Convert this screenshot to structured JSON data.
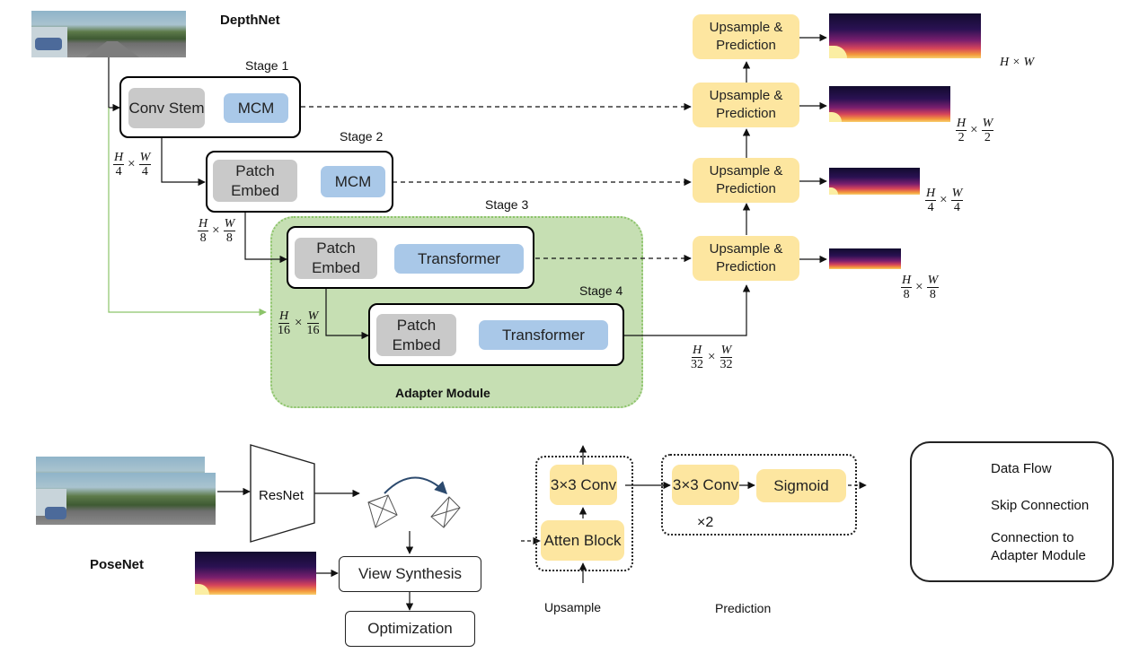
{
  "depthnet": {
    "title": "DepthNet",
    "stages": {
      "s1": "Stage 1",
      "s2": "Stage 2",
      "s3": "Stage 3",
      "s4": "Stage 4"
    },
    "blocks": {
      "conv_stem": "Conv Stem",
      "mcm": "MCM",
      "patch_embed": "Patch Embed",
      "transformer": "Transformer"
    },
    "adapter_label": "Adapter Module",
    "upsample_pred": "Upsample & Prediction",
    "scales": {
      "s4_num_h": "H",
      "s4_den": "4",
      "s4_num_w": "W",
      "s8_num_h": "H",
      "s8_den": "8",
      "s8_num_w": "W",
      "s16_num_h": "H",
      "s16_den": "16",
      "s16_num_w": "W",
      "s32_num_h": "H",
      "s32_den": "32",
      "s32_num_w": "W",
      "s2_num_h": "H",
      "s2_den": "2",
      "s2_num_w": "W",
      "full": "H × W",
      "times": "×"
    }
  },
  "posenet": {
    "title": "PoseNet",
    "resnet": "ResNet",
    "view_synthesis": "View Synthesis",
    "optimization": "Optimization"
  },
  "upsample_detail": {
    "conv": "3×3 Conv",
    "atten": "Atten Block",
    "caption": "Upsample"
  },
  "prediction_detail": {
    "conv": "3×3 Conv",
    "sigmoid": "Sigmoid",
    "repeat": "×2",
    "caption": "Prediction"
  },
  "legend": {
    "data_flow": "Data Flow",
    "skip": "Skip Connection",
    "adapter_conn": "Connection to Adapter Module"
  },
  "colors": {
    "gray_block": "#c9c9c9",
    "blue_block": "#a9c8e8",
    "yellow_block": "#fde6a0",
    "adapter_fill": "#c6dfb3",
    "adapter_border": "#8cc46a",
    "green_line": "#8cc46a"
  }
}
